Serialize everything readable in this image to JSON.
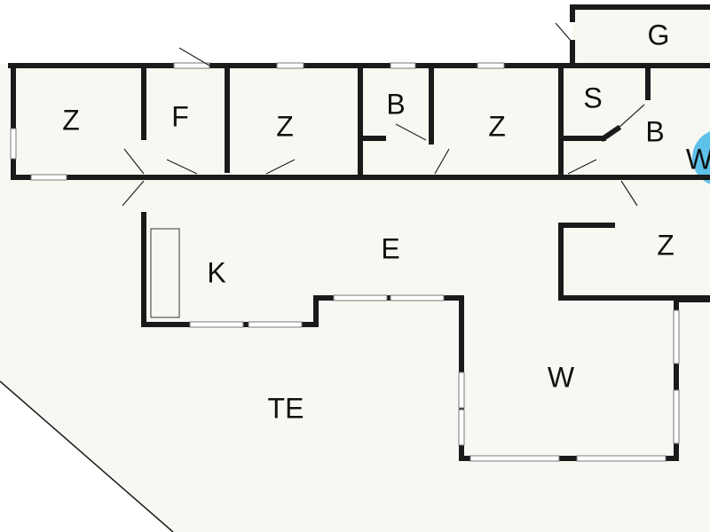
{
  "colors": {
    "floor": "#f8f8f3",
    "wall": "#1a1a1a",
    "whirlpool": "#5ec1ea",
    "background": "#ffffff"
  },
  "rooms": [
    {
      "key": "g",
      "label": "G"
    },
    {
      "key": "z1",
      "label": "Z"
    },
    {
      "key": "f",
      "label": "F"
    },
    {
      "key": "z2",
      "label": "Z"
    },
    {
      "key": "b1",
      "label": "B"
    },
    {
      "key": "z3",
      "label": "Z"
    },
    {
      "key": "s",
      "label": "S"
    },
    {
      "key": "b2",
      "label": "B"
    },
    {
      "key": "wp",
      "label": "W"
    },
    {
      "key": "e",
      "label": "E"
    },
    {
      "key": "k",
      "label": "K"
    },
    {
      "key": "z4",
      "label": "Z"
    },
    {
      "key": "w",
      "label": "W"
    },
    {
      "key": "te",
      "label": "TE"
    }
  ]
}
